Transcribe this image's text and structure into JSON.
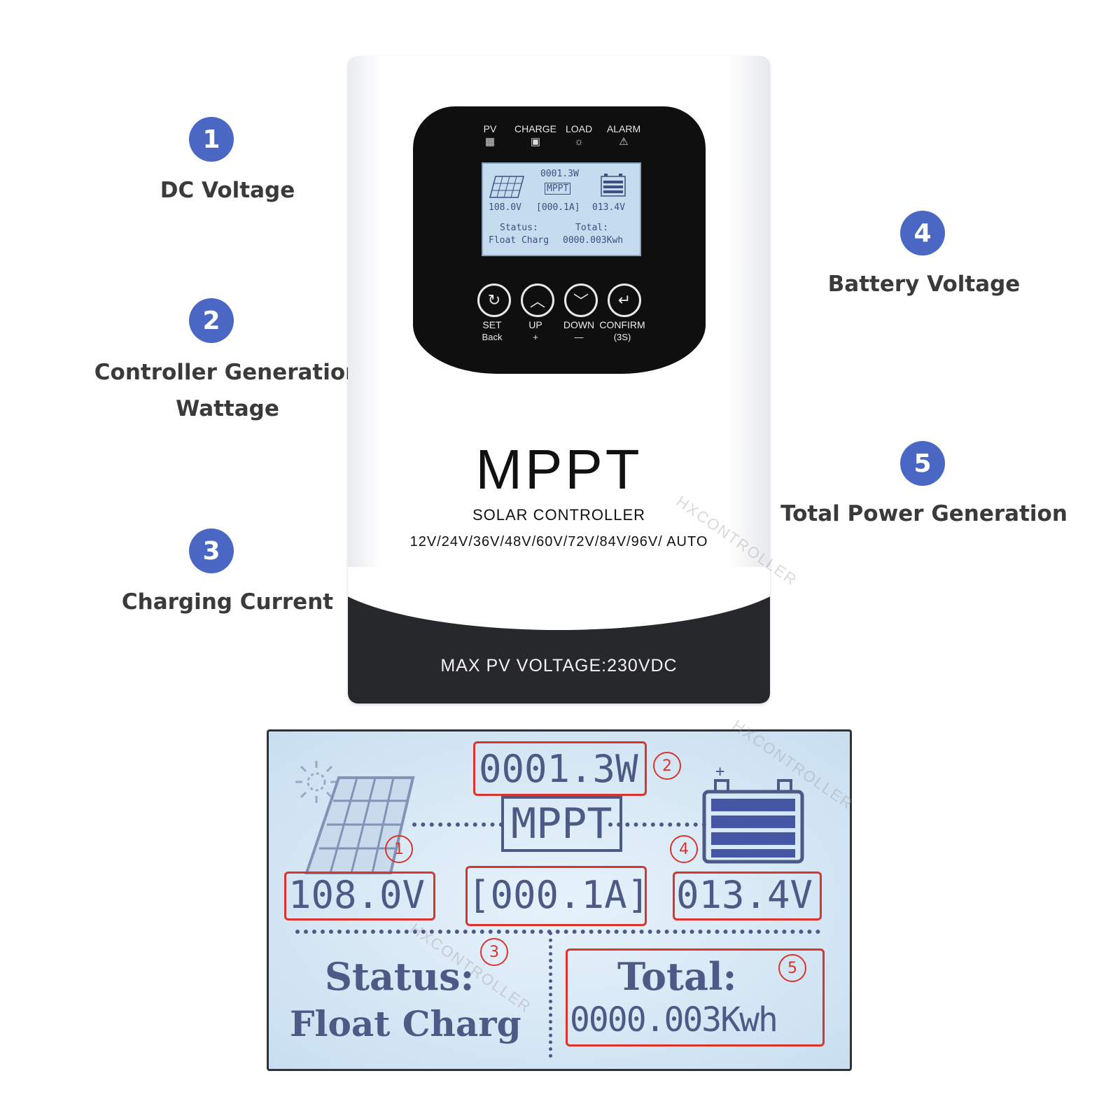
{
  "callouts": [
    {
      "num": "1",
      "label": "DC Voltage"
    },
    {
      "num": "2",
      "label_line1": "Controller Generation",
      "label_line2": "Wattage"
    },
    {
      "num": "3",
      "label": "Charging Current"
    },
    {
      "num": "4",
      "label": "Battery Voltage"
    },
    {
      "num": "5",
      "label": "Total Power Generation"
    }
  ],
  "device": {
    "indicators": [
      "PV",
      "CHARGE",
      "LOAD",
      "ALARM"
    ],
    "buttons": [
      {
        "label": "SET",
        "sub": "Back",
        "icon": "cycle-icon"
      },
      {
        "label": "UP",
        "sub": "+",
        "icon": "chevron-up-icon"
      },
      {
        "label": "DOWN",
        "sub": "—",
        "icon": "chevron-down-icon"
      },
      {
        "label": "CONFIRM",
        "sub": "(3S)",
        "icon": "enter-icon"
      }
    ],
    "brand": "MPPT",
    "subtitle": "SOLAR CONTROLLER",
    "voltages": "12V/24V/36V/48V/60V/72V/84V/96V/ AUTO",
    "max_pv": "MAX  PV  VOLTAGE:230VDC"
  },
  "lcd": {
    "wattage": "0001.3W",
    "mppt": "MPPT",
    "pv_voltage": "108.0V",
    "current": "[000.1A]",
    "battery_voltage": "013.4V",
    "status_label": "Status:",
    "status_value": "Float Charg",
    "total_label": "Total:",
    "total_value": "0000.003Kwh",
    "markers": [
      "1",
      "2",
      "3",
      "4",
      "5"
    ]
  },
  "watermark": "HXCONTROLLER",
  "colors": {
    "badge": "#4a67c4",
    "highlight": "#d8352f",
    "lcd_text": "#4d5a86"
  }
}
